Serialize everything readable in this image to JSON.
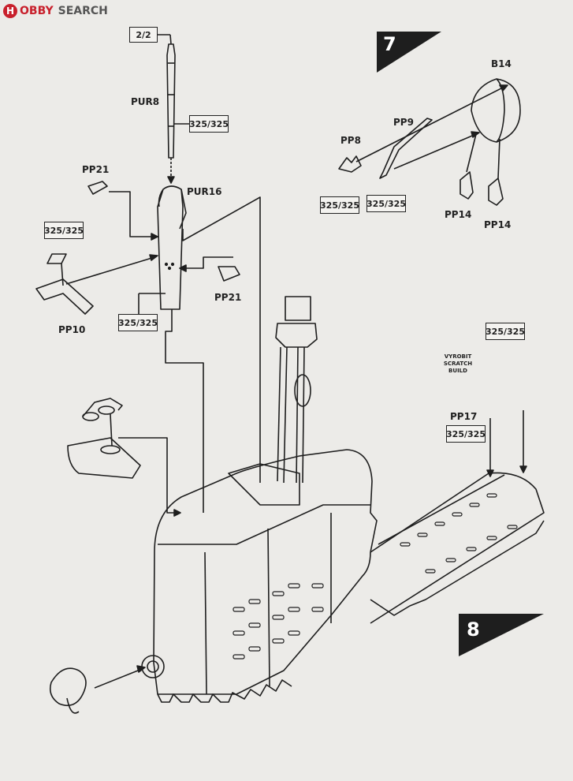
{
  "watermark": {
    "brand_prefix": "H",
    "brand_name": "OBBY",
    "brand_suffix": "SEARCH"
  },
  "steps": {
    "step7": "7",
    "step8": "8"
  },
  "parts": {
    "pur8": "PUR8",
    "pur16": "PUR16",
    "pp21_left": "PP21",
    "pp21_right": "PP21",
    "pp10": "PP10",
    "pp8": "PP8",
    "pp9": "PP9",
    "b14": "B14",
    "pp14_left": "PP14",
    "pp14_right": "PP14",
    "pp17": "PP17"
  },
  "paint_codes": {
    "top_ref": "2/2",
    "pur8_code": "325/325",
    "pp10_code": "325/325",
    "pur16_code": "325/325",
    "pp8_code": "325/325",
    "pp9_code": "325/325",
    "pp17_upper_code": "325/325",
    "pp17_code": "325/325"
  },
  "notes": {
    "vyrobit_line1": "VYROBIT",
    "vyrobit_line2": "SCRATCH",
    "vyrobit_line3": "BUILD"
  }
}
